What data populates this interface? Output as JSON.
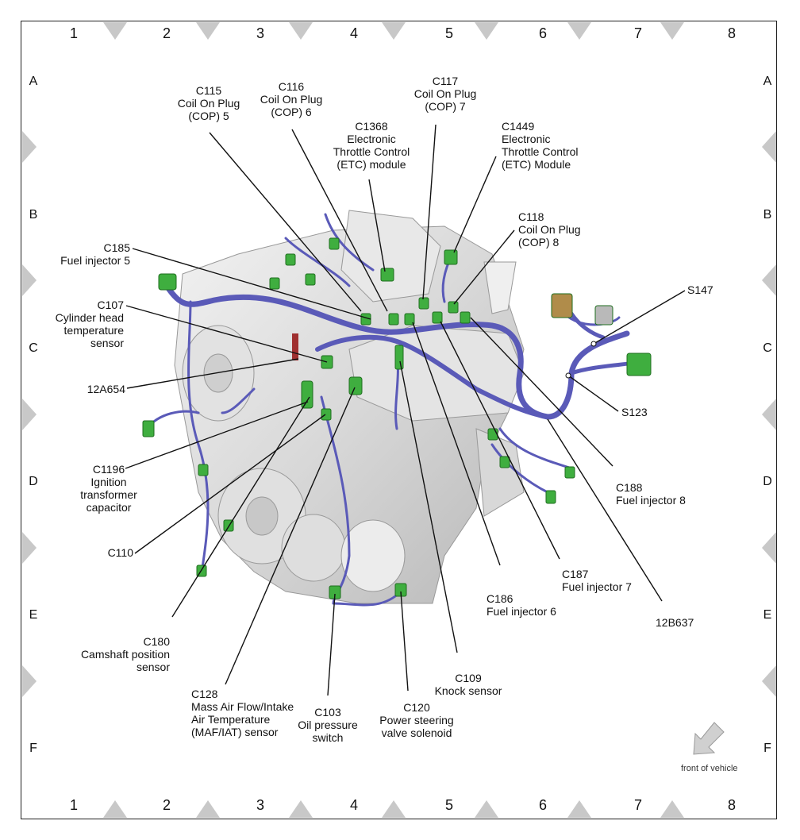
{
  "grid": {
    "columns": [
      "1",
      "2",
      "3",
      "4",
      "5",
      "6",
      "7",
      "8"
    ],
    "rows": [
      "A",
      "B",
      "C",
      "D",
      "E",
      "F"
    ]
  },
  "labels": {
    "c115": "C115\nCoil On Plug\n(COP) 5",
    "c116": "C116\nCoil On Plug\n(COP) 6",
    "c1368": "C1368\nElectronic\nThrottle Control\n(ETC) module",
    "c117": "C117\nCoil On Plug\n(COP) 7",
    "c1449": "C1449\nElectronic\nThrottle Control\n(ETC) Module",
    "c118": "C118\nCoil On Plug\n(COP) 8",
    "c185": "C185\nFuel injector 5",
    "c107": "C107\nCylinder head\ntemperature\nsensor",
    "s147": "S147",
    "p12a654": "12A654",
    "s123": "S123",
    "c1196": "C1196\nIgnition\ntransformer\ncapacitor",
    "c188": "C188\nFuel injector 8",
    "c110": "C110",
    "c187": "C187\nFuel injector 7",
    "c186": "C186\nFuel injector 6",
    "p12b637": "12B637",
    "c180": "C180\nCamshaft position\nsensor",
    "c109": "C109\nKnock sensor",
    "c128": "C128\nMass Air Flow/Intake\nAir Temperature\n(MAF/IAT) sensor",
    "c103": "C103\nOil pressure\nswitch",
    "c120": "C120\nPower steering\nvalve solenoid"
  },
  "front_of_vehicle": "front of vehicle",
  "colors": {
    "harness": "#5a5ab8",
    "connector": "#3fae3f",
    "engine": "#d4d4d4",
    "marker": "#c8c8c8"
  }
}
